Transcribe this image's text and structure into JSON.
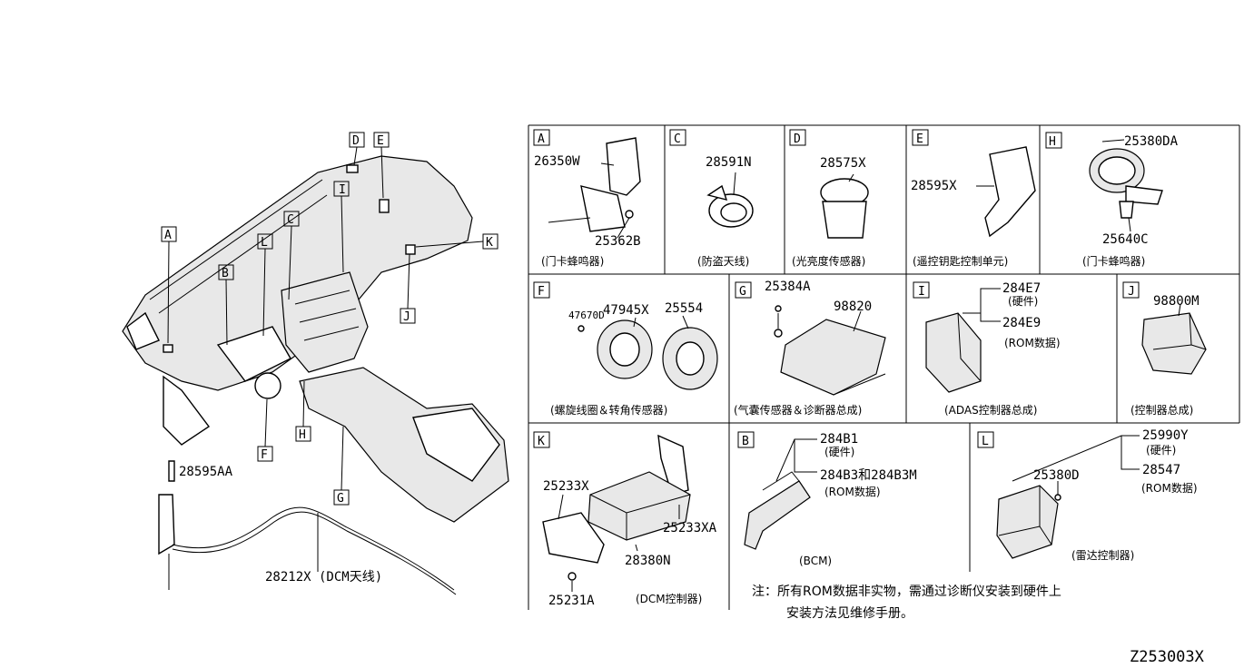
{
  "diagram_code": "Z253003X",
  "overview": {
    "callouts": [
      "D",
      "E",
      "I",
      "C",
      "L",
      "A",
      "B",
      "K",
      "J",
      "F",
      "H",
      "G"
    ],
    "part_labels": [
      "28595AA",
      "28212X (DCM天线)"
    ]
  },
  "cells": {
    "A": {
      "letter": "A",
      "parts": [
        "26350W",
        "25362B"
      ],
      "caption": "(门卡蜂鸣器)"
    },
    "C": {
      "letter": "C",
      "parts": [
        "28591N"
      ],
      "caption": "(防盗天线)"
    },
    "D": {
      "letter": "D",
      "parts": [
        "28575X"
      ],
      "caption": "(光亮度传感器)"
    },
    "E": {
      "letter": "E",
      "parts": [
        "28595X"
      ],
      "caption": "(遥控钥匙控制单元)"
    },
    "H": {
      "letter": "H",
      "parts": [
        "25380DA",
        "25640C"
      ],
      "caption": "(门卡蜂鸣器)"
    },
    "F": {
      "letter": "F",
      "parts": [
        "47945X",
        "47670D",
        "25554"
      ],
      "caption": "(螺旋线圈＆转角传感器)"
    },
    "G": {
      "letter": "G",
      "parts": [
        "25384A",
        "98820"
      ],
      "caption": "(气囊传感器＆诊断器总成)"
    },
    "I": {
      "letter": "I",
      "parts": [
        "284E7",
        "(硬件)",
        "284E9",
        "(ROM数据)"
      ],
      "caption": "(ADAS控制器总成)"
    },
    "J": {
      "letter": "J",
      "parts": [
        "98800M"
      ],
      "caption": "(控制器总成)"
    },
    "K": {
      "letter": "K",
      "parts": [
        "25233X",
        "25233XA",
        "28380N",
        "25231A"
      ],
      "caption": "(DCM控制器)"
    },
    "B": {
      "letter": "B",
      "parts": [
        "284B1",
        "(硬件)",
        "284B3和284B3M",
        "(ROM数据)"
      ],
      "caption": "(BCM)"
    },
    "L": {
      "letter": "L",
      "parts": [
        "25990Y",
        "(硬件)",
        "28547",
        "(ROM数据)",
        "25380D"
      ],
      "caption": "(雷达控制器)"
    }
  },
  "note": {
    "line1": "注：所有ROM数据非实物，需通过诊断仪安装到硬件上",
    "line2": "安装方法见维修手册。"
  }
}
